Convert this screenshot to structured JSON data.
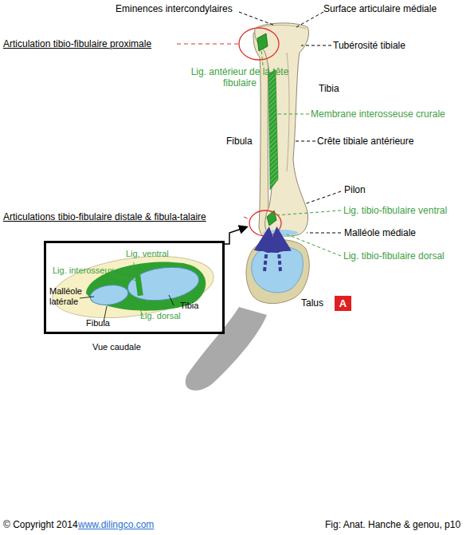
{
  "diagram": {
    "caption": "Fig: Anat. Hanche & genou, p10",
    "nodes": [
      {
        "text": [
          "Lig. ventral",
          "Lig. interosseux",
          "Malléole latérale",
          "Tibia",
          "Fibula",
          "Lig. dorsal",
          "Vue caudale"
        ]
      },
      {
        "text": [
          "A"
        ]
      }
    ],
    "labels": [
      "Eminences intercondylaires",
      "Surface articulaire médiale",
      "Articulation tibio-fibulaire proximale",
      "Tubérosité tibiale",
      "Lig. antérieur de la tête fibulaire",
      "Tibia",
      "Membrane interosseuse crurale",
      "Fibula",
      "Crête tibiale antérieure",
      "Pilon",
      "Articulations tibio-fibulaire distale & fibula-talaire",
      "Lig. tibio-fibulaire ventral",
      "Malléole médiale",
      "Lig. tibio-fibulaire dorsal",
      "Talus",
      "© Copyright 2014",
      "www.dilingco.com"
    ]
  }
}
